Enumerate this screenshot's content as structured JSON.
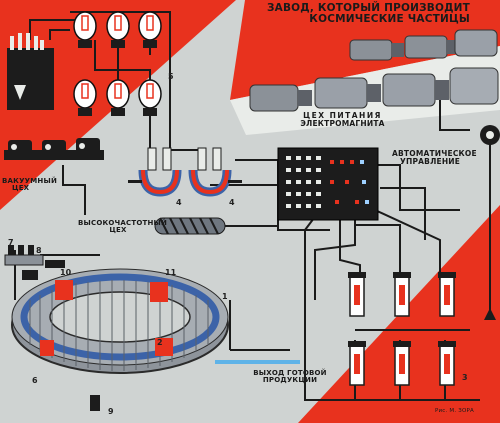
{
  "title": {
    "line1": "ЗАВОД, КОТОРЫЙ ПРОИЗВОДИТ",
    "line2": "КОСМИЧЕСКИЕ ЧАСТИЦЫ"
  },
  "labels": {
    "power_shop": "ЦЕХ ПИТАНИЯ",
    "electromagnet": "ЭЛЕКТРОМАГНИТА",
    "auto_control_1": "АВТОМАТИЧЕСКОЕ",
    "auto_control_2": "УПРАВЛЕНИЕ",
    "vacuum_shop_1": "ВАКУУМНЫЙ",
    "vacuum_shop_2": "ЦЕХ",
    "hf_shop_1": "ВЫСОКОЧАСТОТНЫЙ",
    "hf_shop_2": "ЦЕХ",
    "output_1": "ВЫХОД ГОТОВОЙ",
    "output_2": "ПРОДУКЦИИ",
    "artist": "Рис. М. ЗОРА"
  },
  "callouts": [
    "1",
    "2",
    "3",
    "4",
    "4",
    "5",
    "6",
    "7",
    "8",
    "9",
    "10",
    "11"
  ],
  "colors": {
    "red": "#e8321e",
    "gray_bg": "#cfd3d2",
    "dark": "#1c1c1c",
    "blue": "#3c63a8",
    "cyan_beam": "#5fb3e8"
  },
  "icons": [
    "vacuum-tube-icon",
    "transformer-icon",
    "pump-icon",
    "generator-icon",
    "control-panel-icon",
    "capacitor-icon",
    "magnet-ring-icon"
  ]
}
